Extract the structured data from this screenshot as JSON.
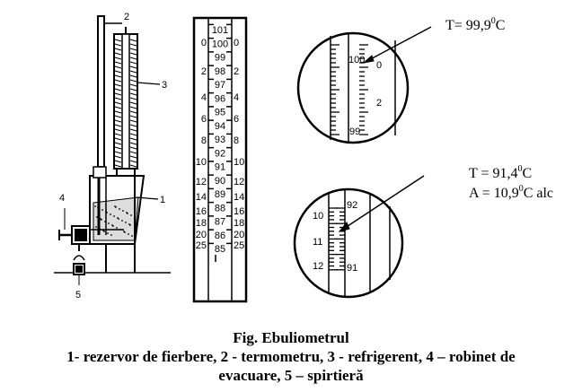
{
  "diagram": {
    "part_numbers": [
      "1",
      "2",
      "3",
      "4",
      "5"
    ],
    "scale_temperature": [
      "101",
      "100",
      "99",
      "98",
      "97",
      "96",
      "95",
      "94",
      "93",
      "92",
      "91",
      "90",
      "89",
      "88",
      "87",
      "86",
      "85"
    ],
    "scale_alcohol": [
      "0",
      "2",
      "4",
      "6",
      "8",
      "10",
      "12",
      "14",
      "16",
      "18",
      "20",
      "25"
    ],
    "top_reading": "T= 99,9",
    "top_reading_unit": "C",
    "top_magnifier_labels": [
      "100",
      "0",
      "2",
      "99"
    ],
    "bottom_reading_t": "T = 91,4",
    "bottom_reading_t_unit": "C",
    "bottom_reading_a": "A = 10,9",
    "bottom_reading_a_unit": "C alc",
    "degree_mark": "0",
    "bottom_magnifier_labels": [
      "92",
      "10",
      "11",
      "12",
      "91"
    ]
  },
  "caption": {
    "title": "Fig. Ebuliometrul",
    "legend_line1": "1-   rezervor de fierbere, 2 - termometru, 3 - refrigerent, 4 – robinet de",
    "legend_line2": "evacuare, 5 – spirtieră"
  }
}
